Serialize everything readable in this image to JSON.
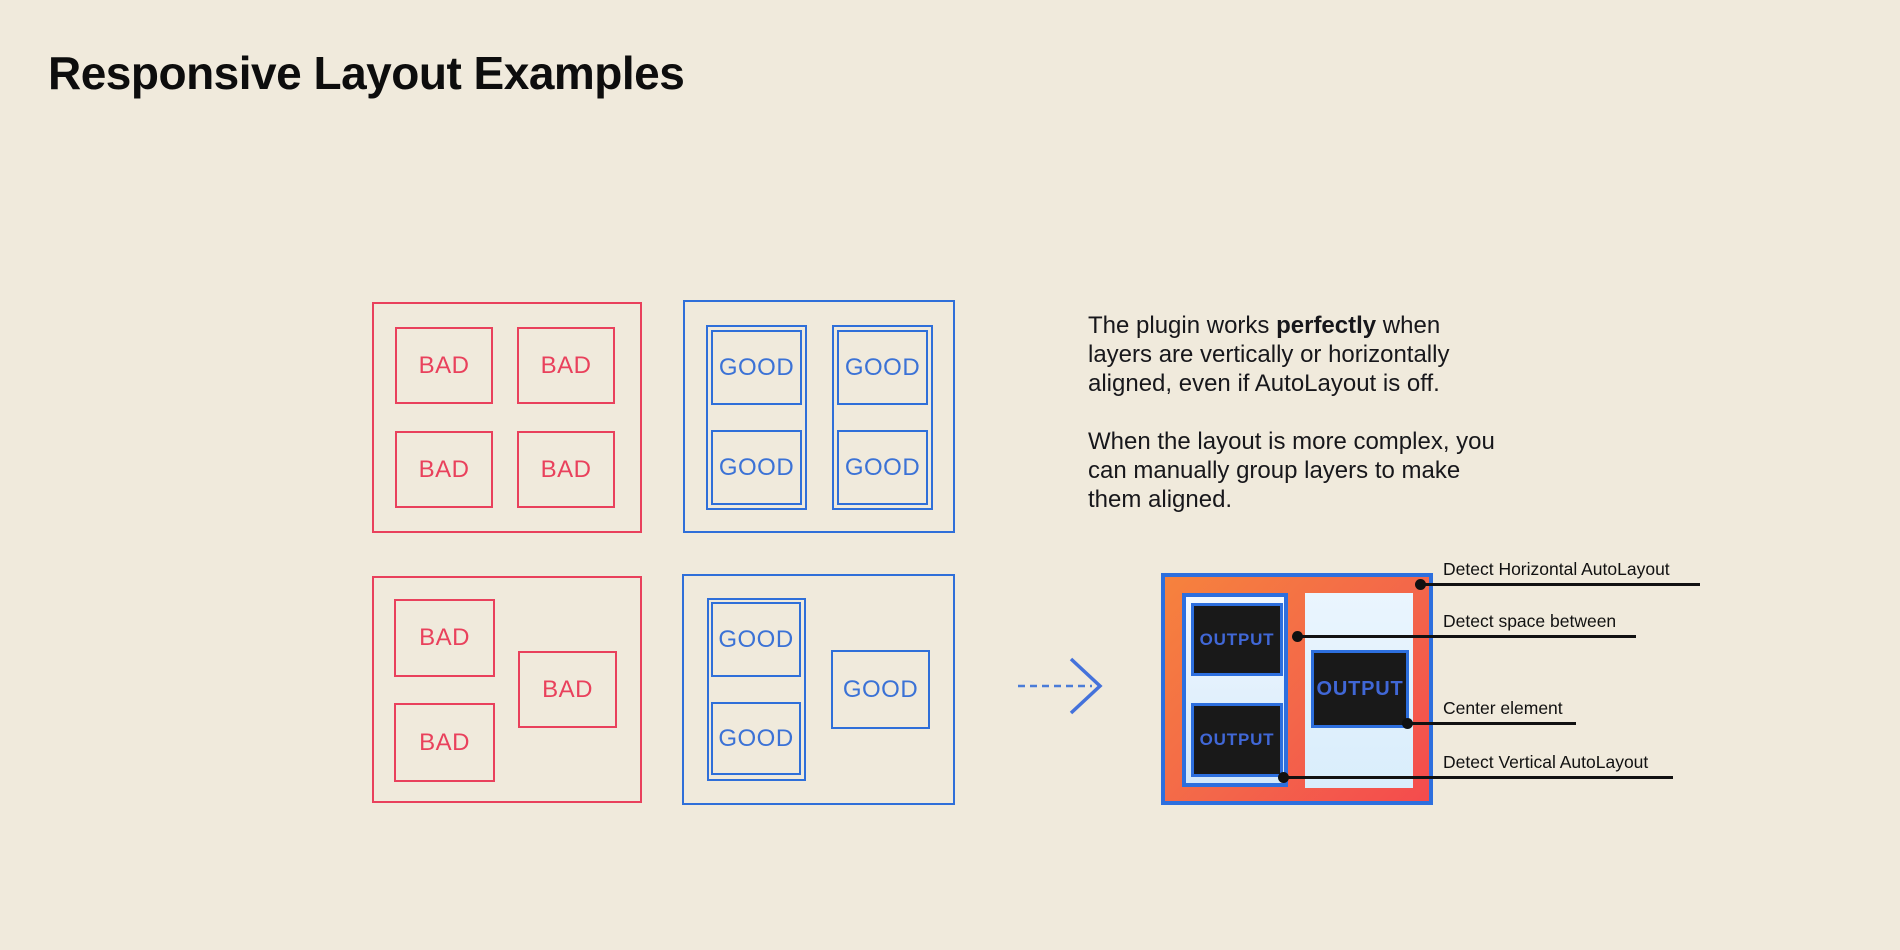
{
  "title": "Responsive Layout Examples",
  "description": {
    "para1_pre": "The plugin works ",
    "para1_bold": "perfectly",
    "para1_post": " when\nlayers are vertically or horizontally\naligned, even if AutoLayout is off.",
    "para2": "When the layout is more complex, you\ncan manually group layers to make\nthem aligned."
  },
  "examples": {
    "bad_grid": {
      "cells": [
        "BAD",
        "BAD",
        "BAD",
        "BAD"
      ]
    },
    "good_grid": {
      "cells": [
        "GOOD",
        "GOOD",
        "GOOD",
        "GOOD"
      ]
    },
    "bad_complex": {
      "cells": [
        "BAD",
        "BAD",
        "BAD"
      ]
    },
    "good_complex": {
      "cells": [
        "GOOD",
        "GOOD",
        "GOOD"
      ]
    }
  },
  "output_preview": {
    "cells": [
      "OUTPUT",
      "OUTPUT",
      "OUTPUT"
    ]
  },
  "annotations": [
    "Detect Horizontal AutoLayout",
    "Detect space between",
    "Center element",
    "Detect Vertical AutoLayout"
  ],
  "colors": {
    "background": "#F0EADC",
    "bad": "#E9415C",
    "good": "#2F6FD9",
    "gradient_orange": "#F6823D",
    "gradient_red": "#F44B4D",
    "panel_blue": "#DCEDFB",
    "dark_box": "#191919",
    "callout": "#111111"
  }
}
